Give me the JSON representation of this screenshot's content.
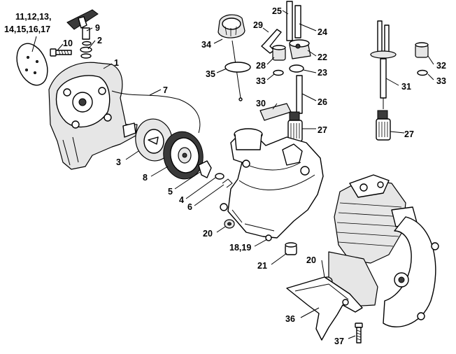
{
  "labels": {
    "l_11_17a": "11,12,13,",
    "l_11_17b": "14,15,16,17",
    "l_9": "9",
    "l_10": "10",
    "l_2": "2",
    "l_1": "1",
    "l_7": "7",
    "l_3": "3",
    "l_8": "8",
    "l_5": "5",
    "l_4": "4",
    "l_6": "6",
    "l_34": "34",
    "l_35": "35",
    "l_25": "25",
    "l_29": "29",
    "l_24": "24",
    "l_22": "22",
    "l_28": "28",
    "l_23": "23",
    "l_33a": "33",
    "l_30": "30",
    "l_26": "26",
    "l_27a": "27",
    "l_32": "32",
    "l_33b": "33",
    "l_31": "31",
    "l_27b": "27",
    "l_20a": "20",
    "l_18_19": "18,19",
    "l_21": "21",
    "l_20b": "20",
    "l_36": "36",
    "l_37": "37"
  }
}
